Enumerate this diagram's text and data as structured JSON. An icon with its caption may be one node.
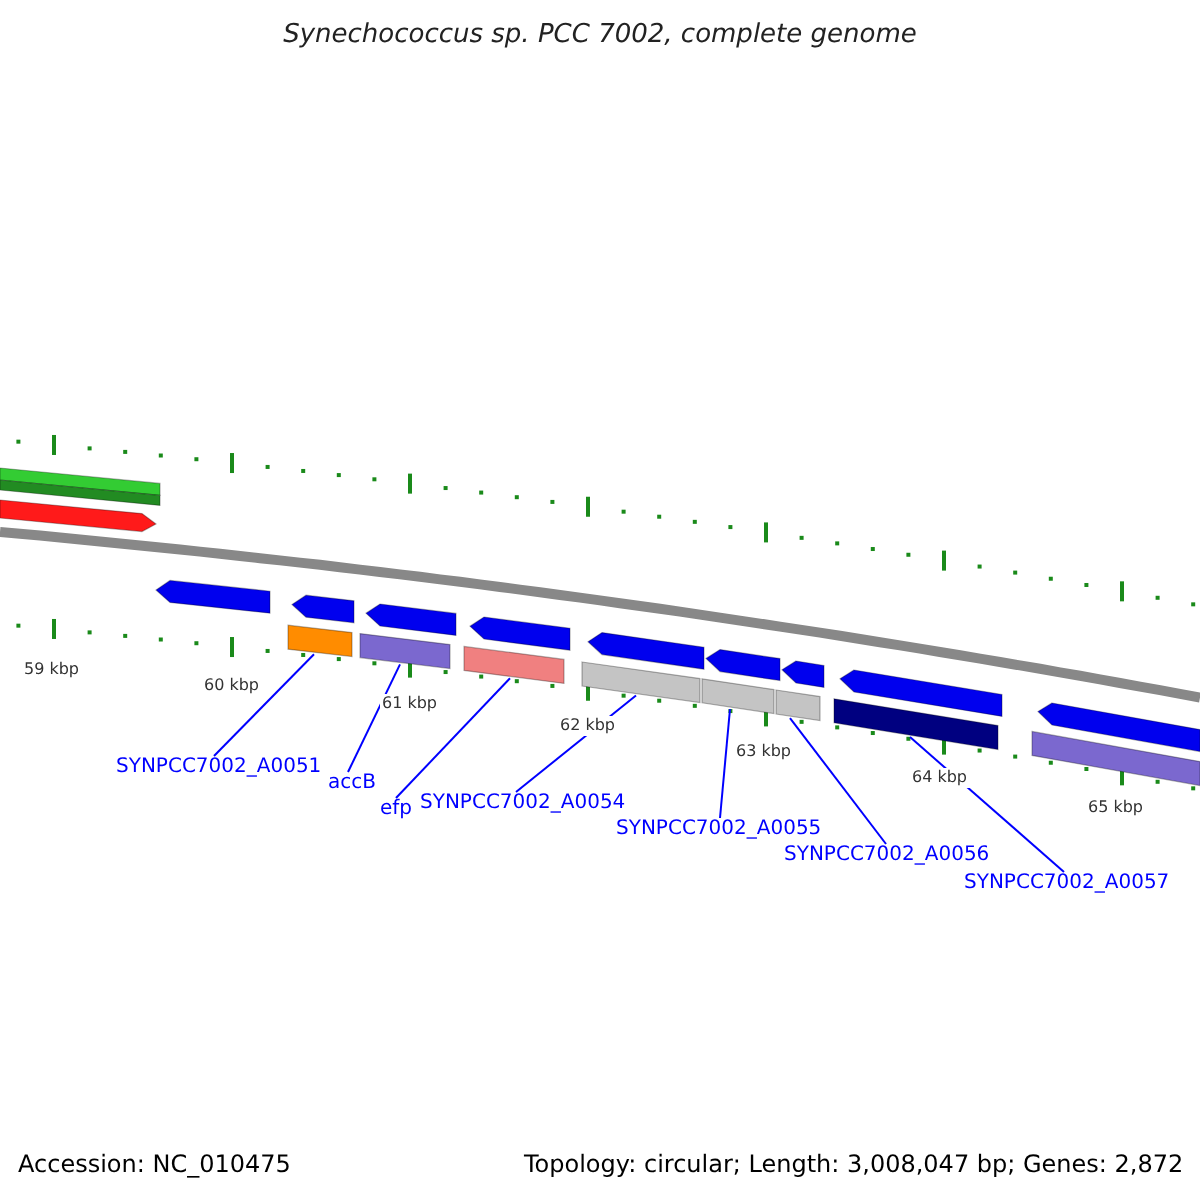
{
  "diagram": {
    "title": "Synechococcus sp. PCC 7002, complete genome",
    "nodes": [
      {
        "text": [
          "SYNPCC7002_A0051"
        ]
      },
      {
        "text": [
          "accB"
        ]
      },
      {
        "text": [
          "efp"
        ]
      },
      {
        "text": [
          "SYNPCC7002_A0054"
        ]
      },
      {
        "text": [
          "SYNPCC7002_A0055"
        ]
      },
      {
        "text": [
          "SYNPCC7002_A0056"
        ]
      },
      {
        "text": [
          "SYNPCC7002_A0057"
        ]
      },
      {
        "text": [],
        "shape": "bar"
      },
      {
        "text": [],
        "shape": "bar"
      },
      {
        "text": [],
        "shape": "bar"
      },
      {
        "text": [],
        "shape": "bar"
      },
      {
        "text": [],
        "shape": "bar"
      },
      {
        "text": [],
        "shape": "bar"
      },
      {
        "text": [],
        "shape": "bar"
      },
      {
        "text": [],
        "shape": "bar"
      },
      {
        "text": [],
        "shape": "bar"
      },
      {
        "text": [],
        "shape": "bar"
      },
      {
        "text": [],
        "shape": "bar"
      },
      {
        "text": [],
        "shape": "bar"
      },
      {
        "text": [],
        "shape": "bar"
      },
      {
        "text": [],
        "shape": "bar"
      },
      {
        "text": [],
        "shape": "bar"
      },
      {
        "text": [],
        "shape": "bar"
      },
      {
        "text": [],
        "shape": "bar"
      },
      {
        "text": [],
        "shape": "bar"
      },
      {
        "text": [],
        "shape": "bar"
      },
      {
        "text": [],
        "shape": "bar"
      }
    ],
    "edges": [
      {
        "from": 0,
        "to": 7,
        "arrow": "none"
      },
      {
        "from": 1,
        "to": 8,
        "arrow": "none"
      },
      {
        "from": 2,
        "to": 9,
        "arrow": "none"
      },
      {
        "from": 3,
        "to": 10,
        "arrow": "none"
      },
      {
        "from": 4,
        "to": 11,
        "arrow": "none"
      },
      {
        "from": 5,
        "to": 12,
        "arrow": "none"
      },
      {
        "from": 6,
        "to": 13,
        "arrow": "none"
      }
    ],
    "labels": [
      "59 kbp",
      "60 kbp",
      "61 kbp",
      "62 kbp",
      "63 kbp",
      "64 kbp",
      "65 kbp",
      "Accession: NC_010475",
      "Topology: circular; Length: 3,008,047 bp; Genes: 2,872"
    ]
  }
}
